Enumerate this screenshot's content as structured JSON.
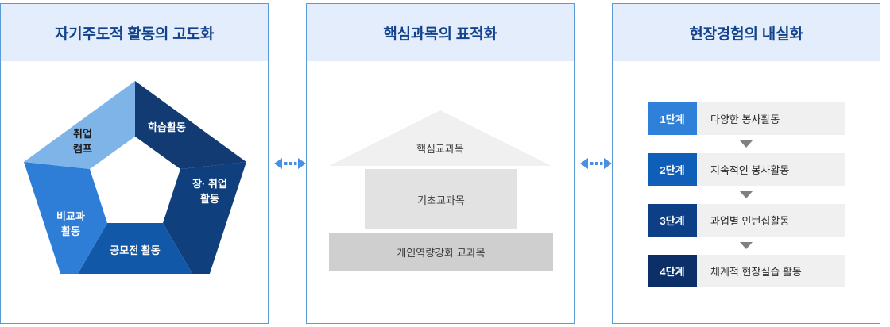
{
  "panels": [
    {
      "id": "self-directed",
      "title": "자기주도적 활동의 고도화",
      "type": "pentagon-pinwheel",
      "segments": [
        {
          "label_line1": "학습활동",
          "label_line2": "",
          "color": "#123b73",
          "text_color": "#ffffff"
        },
        {
          "label_line1": "장· 취업",
          "label_line2": "활동",
          "color": "#103f7e",
          "text_color": "#ffffff"
        },
        {
          "label_line1": "공모전 활동",
          "label_line2": "",
          "color": "#1258a8",
          "text_color": "#ffffff"
        },
        {
          "label_line1": "비교과",
          "label_line2": "활동",
          "color": "#2e7ed8",
          "text_color": "#ffffff"
        },
        {
          "label_line1": "취업",
          "label_line2": "캠프",
          "color": "#7fb4e8",
          "text_color": "#1b1b1b"
        }
      ]
    },
    {
      "id": "core-subjects",
      "title": "핵심과목의 표적화",
      "type": "house-pyramid",
      "layers": [
        {
          "name": "roof",
          "label": "핵심교과목",
          "color": "#f0f0f0"
        },
        {
          "name": "middle",
          "label": "기초교과목",
          "color": "#e2e2e2"
        },
        {
          "name": "bottom",
          "label": "개인역량강화 교과목",
          "color": "#cfcfcf"
        }
      ]
    },
    {
      "id": "field-experience",
      "title": "현장경험의 내실화",
      "type": "step-flow",
      "steps": [
        {
          "badge": "1단계",
          "label": "다양한 봉사활동",
          "color": "#2f80d8"
        },
        {
          "badge": "2단계",
          "label": "지속적인 봉사활동",
          "color": "#0f5eb8"
        },
        {
          "badge": "3단계",
          "label": "과업별 인턴십활동",
          "color": "#0d3f87"
        },
        {
          "badge": "4단계",
          "label": "체계적 현장실습 활동",
          "color": "#0b2f66"
        }
      ]
    }
  ],
  "connectors": [
    {
      "id": "connector-1",
      "icon": "double-arrow-dotted-icon",
      "color": "#4a90e2"
    },
    {
      "id": "connector-2",
      "icon": "double-arrow-dotted-icon",
      "color": "#4a90e2"
    }
  ],
  "theme": {
    "panel_border": "#5b9bd5",
    "header_background": "#e3edfb",
    "title_color": "#12438c",
    "step_label_background": "#f0f0f0",
    "step_arrow_color": "#808080"
  }
}
